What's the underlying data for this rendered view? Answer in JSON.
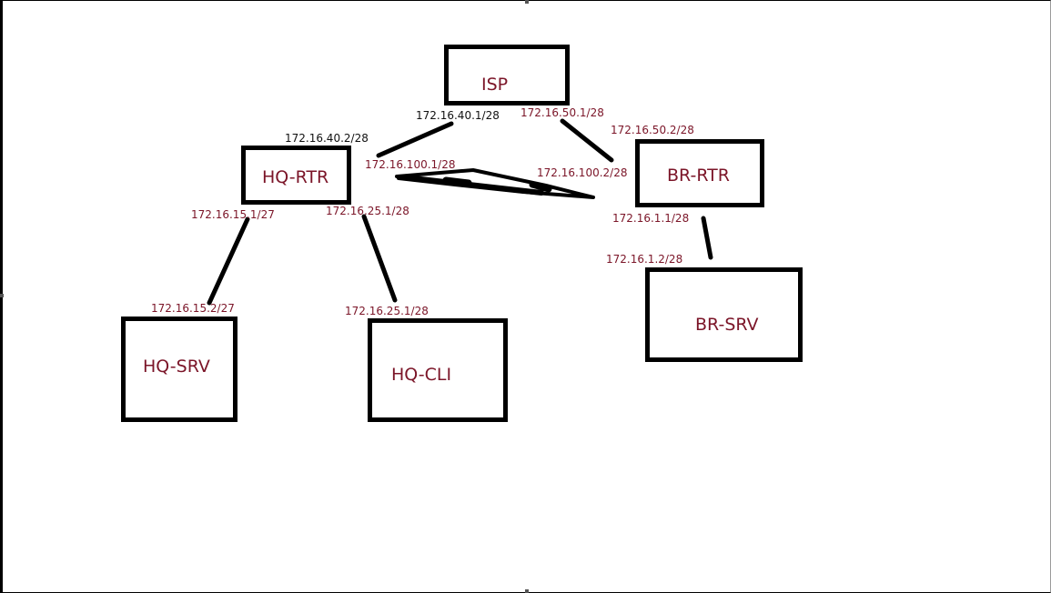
{
  "nodes": {
    "isp": "ISP",
    "hq_rtr": "HQ-RTR",
    "br_rtr": "BR-RTR",
    "hq_srv": "HQ-SRV",
    "hq_cli": "HQ-CLI",
    "br_srv": "BR-SRV"
  },
  "addresses": {
    "isp_to_hq": "172.16.40.1/28",
    "hq_to_isp": "172.16.40.2/28",
    "isp_to_br": "172.16.50.1/28",
    "br_to_isp": "172.16.50.2/28",
    "hq_tunnel": "172.16.100.1/28",
    "br_tunnel": "172.16.100.2/28",
    "hq_rtr_srv": "172.16.15.1/27",
    "hq_srv": "172.16.15.2/27",
    "hq_rtr_cli": "172.16.25.1/28",
    "hq_cli": "172.16.25.1/28",
    "br_rtr_srv": "172.16.1.1/28",
    "br_srv": "172.16.1.2/28"
  },
  "colors": {
    "label": "#7b1528",
    "line": "#000000"
  }
}
